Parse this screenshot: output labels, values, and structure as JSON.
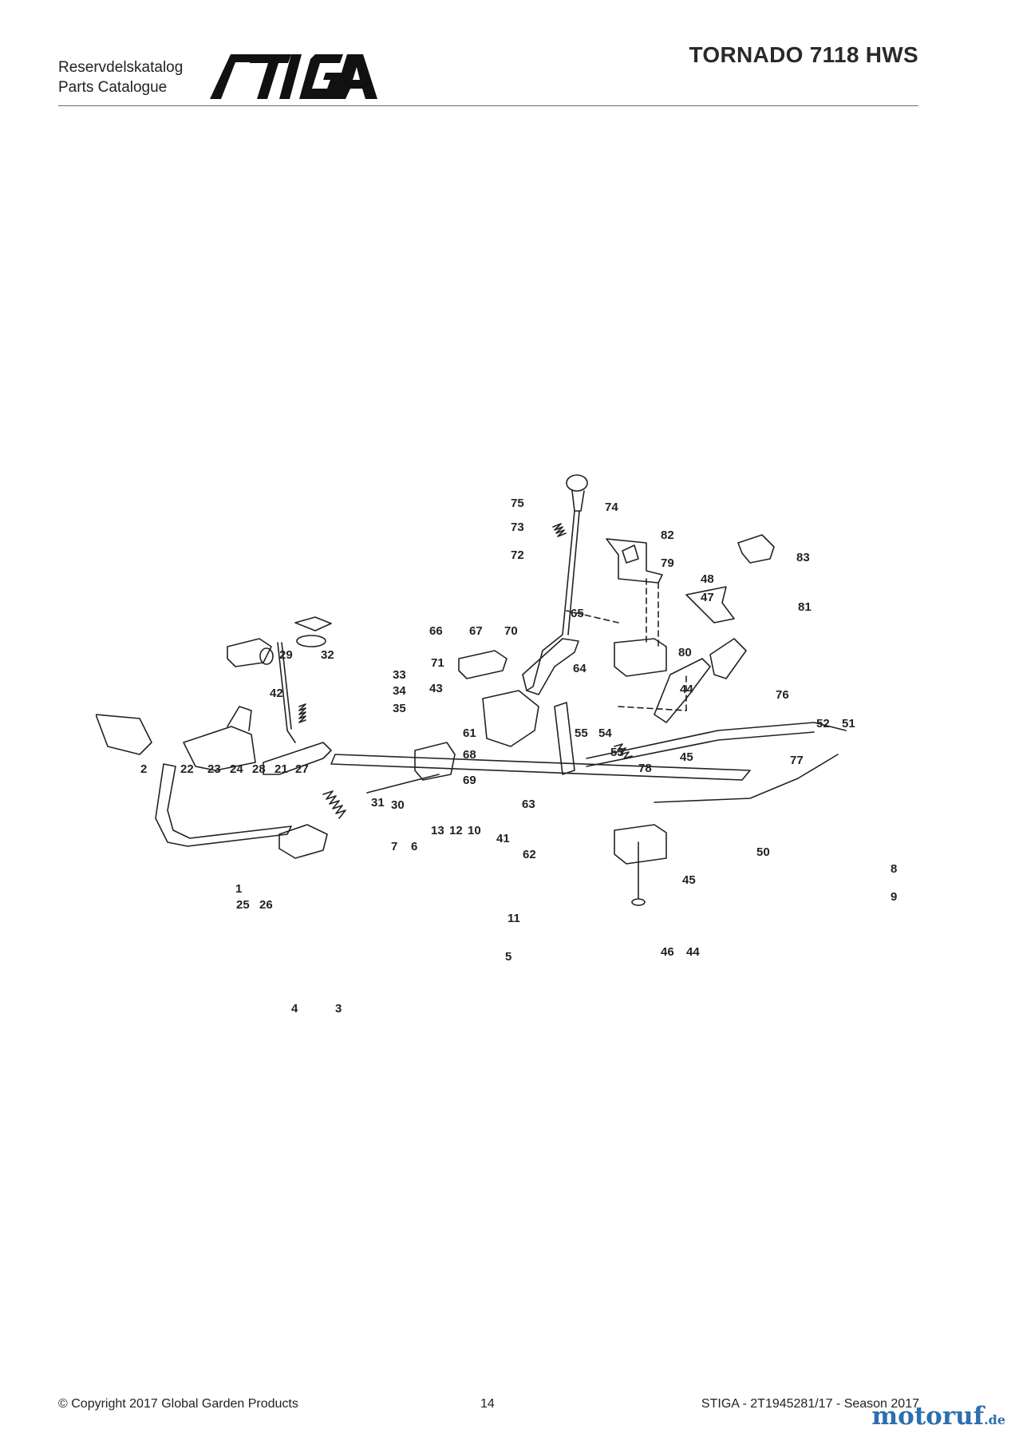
{
  "header": {
    "catalog_label_sv": "Reservdelskatalog",
    "catalog_label_en": "Parts Catalogue",
    "brand_logo": "STIGA",
    "model_title": "TORNADO 7118 HWS"
  },
  "diagram": {
    "callouts": [
      "75",
      "74",
      "73",
      "72",
      "82",
      "79",
      "83",
      "48",
      "47",
      "81",
      "80",
      "66",
      "67",
      "70",
      "65",
      "71",
      "64",
      "43",
      "44",
      "76",
      "32",
      "29",
      "33",
      "34",
      "42",
      "35",
      "61",
      "55",
      "54",
      "53",
      "68",
      "45",
      "52",
      "51",
      "77",
      "78",
      "69",
      "63",
      "2",
      "22",
      "23",
      "24",
      "28",
      "21",
      "27",
      "31",
      "30",
      "41",
      "13",
      "12",
      "10",
      "7",
      "6",
      "62",
      "50",
      "45",
      "8",
      "25",
      "26",
      "11",
      "9",
      "1",
      "5",
      "46",
      "44",
      "4",
      "3"
    ]
  },
  "footer": {
    "copyright": "© Copyright 2017 Global Garden Products",
    "page_number": "14",
    "document_ref": "STIGA - 2T1945281/17 - Season 2017"
  },
  "watermark": {
    "text": "motoruf",
    "suffix": ".de"
  }
}
